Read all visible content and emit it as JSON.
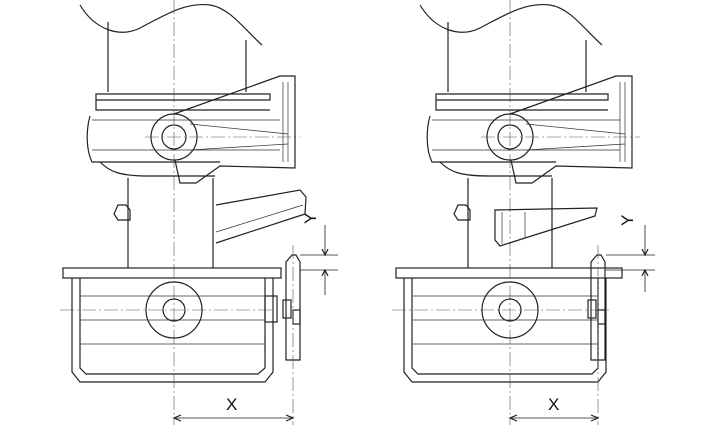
{
  "drawings": [
    {
      "id": "left",
      "x_label": "X",
      "y_label": "Y"
    },
    {
      "id": "right",
      "x_label": "X",
      "y_label": "Y"
    }
  ]
}
